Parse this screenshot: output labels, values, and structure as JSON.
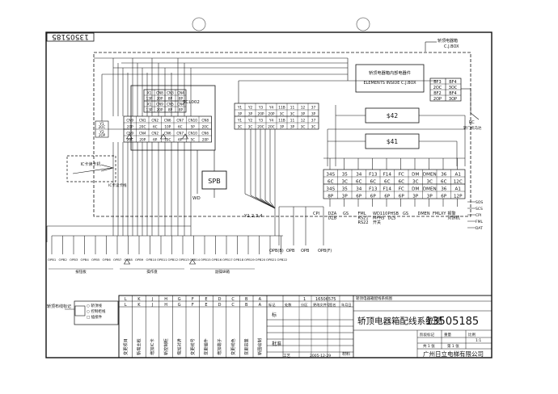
{
  "drawing_number": "13505185",
  "drawing_number_rotated": "13505185",
  "drawing_title": "轿顶电器箱配线系统图",
  "company": "广州日立电梯有限公司",
  "date": "2005-12-29",
  "car_box": {
    "title": "轿顶电器箱",
    "subtitle": "C.J.BOX"
  },
  "elements_inside": {
    "title": "轿顶电器箱内部电器件",
    "subtitle": "ELEMENTS INSIDE C.J.BOX"
  },
  "board": "SCL002",
  "spb": "SPB",
  "wd": "WD",
  "s42": "$42",
  "s41": "$41",
  "ic_label": "IC卡读卡机",
  "ic_wiring": "IC卡读卡线",
  "y_label": "Y1,2,3,4",
  "right_label": "RC",
  "right_sub": "轿门机马达",
  "bf_connectors": [
    [
      "BF3",
      "BF4"
    ],
    [
      "2OC",
      "3OC"
    ],
    [
      "BF2",
      "BF4"
    ],
    [
      "2OP",
      "3OP"
    ]
  ],
  "cn_top": [
    [
      "X1",
      "CN8",
      "CN3",
      "CN4"
    ],
    [
      "13P",
      "20P",
      "8P",
      "8P"
    ],
    [
      "X1",
      "CN9",
      "CN5",
      "CN4"
    ],
    [
      "13P",
      "20P",
      "8P",
      "8P"
    ]
  ],
  "cn_row": [
    [
      "CN9",
      "CN1",
      "CN2",
      "CN6",
      "CN7",
      "CN10",
      "CN8"
    ],
    [
      "20P",
      "20C",
      "6C",
      "10P",
      "6C",
      "5P",
      "20C"
    ],
    [
      "CN9",
      "CN4",
      "CN2",
      "CN6",
      "CN7",
      "CN10",
      "CN6"
    ],
    [
      "20C",
      "20P",
      "6P",
      "10C",
      "6P",
      "5C",
      "20P"
    ]
  ],
  "left_conn": [
    [
      "Y1",
      "2OC"
    ],
    [
      "Y2",
      "2OP"
    ]
  ],
  "y_connectors": [
    [
      "Y1",
      "Y2",
      "Y3",
      "Y4",
      "11B",
      "11",
      "12",
      "37"
    ],
    [
      "3P",
      "3P",
      "20P",
      "20P",
      "3C",
      "3C",
      "3P",
      "3P"
    ],
    [
      "Y1",
      "Y2",
      "Y3",
      "Y4",
      "11B",
      "11",
      "12",
      "37"
    ],
    [
      "3C",
      "3C",
      "20C",
      "20C",
      "3P",
      "3P",
      "3C",
      "3C"
    ]
  ],
  "conn_grid": [
    [
      "34S",
      "35",
      "34",
      "F13",
      "F14",
      "FC",
      "DM",
      "DMEN",
      "36",
      "A1"
    ],
    [
      "6C",
      "3C",
      "6C",
      "6C",
      "6C",
      "6C",
      "3C",
      "3C",
      "6C",
      "12C"
    ],
    [
      "34S",
      "35",
      "34",
      "F13",
      "F14",
      "FC",
      "DM",
      "DMEN",
      "36",
      "A1"
    ],
    [
      "8P",
      "3P",
      "6P",
      "6P",
      "6P",
      "6P",
      "3P",
      "3P",
      "6P",
      "12P"
    ]
  ],
  "bottom_labels": [
    "CPI",
    "DZA DZB",
    "GS",
    "FML RS21 RS22",
    "WD110 MPHS 开关",
    "PHSB DLS",
    "GS",
    "DMEN",
    "FMLXY",
    "报警 对讲机"
  ],
  "right_legend": [
    "SOS",
    "SCS",
    "CPI",
    "FML",
    "DAT"
  ],
  "opb_labels": [
    "OPB(B)",
    "OPB",
    "OPB",
    "OPB(F)"
  ],
  "lower_left_labels": [
    "OPB1",
    "OPB2",
    "OPB3",
    "OPB4",
    "OPB5",
    "OPB6",
    "OPB7",
    "OPB8",
    "OPB9",
    "OPB10",
    "OPB11",
    "OPB12",
    "OPB13",
    "OPB14",
    "OPB15",
    "OPB16",
    "OPB17",
    "OPB18",
    "OPB19",
    "OPB20",
    "OPB21",
    "OPB22"
  ],
  "group_labels": [
    "按钮板",
    "操作盘",
    "副操纵箱"
  ],
  "legend_box": {
    "title": "轿顶布线标记",
    "items": [
      "○ 轿顶线",
      "○ 控制柜线",
      "□ 插接件"
    ]
  },
  "rev_letters_top": [
    "L",
    "K",
    "J",
    "H",
    "G",
    "F",
    "E",
    "D",
    "C",
    "B",
    "A"
  ],
  "rev_letters_bottom": [
    "L",
    "K",
    "J",
    "H",
    "G",
    "F",
    "E",
    "D",
    "C",
    "B",
    "A"
  ],
  "rev_texts": [
    "变更项目",
    "新增主板",
    "增加IC卡",
    "新控制柜",
    "增加对讲",
    "变更线号",
    "变更插件",
    "增加端子",
    "变更线色",
    "变更容量",
    "新图绘制"
  ],
  "title_block": {
    "row1": [
      "1",
      "16506575",
      "",
      "轿顶电器箱配线系统图"
    ],
    "headers": [
      "标记",
      "处数",
      "分区",
      "更改文件号",
      "签名",
      "年月日"
    ],
    "right_cells": [
      "阶段标记",
      "重量",
      "比例"
    ],
    "right_vals": [
      "",
      "",
      "1:1"
    ],
    "sheet": [
      "共 1 张",
      "第 1 张"
    ],
    "mat": "材料",
    "date_label": "工艺",
    "approve": "批准"
  }
}
